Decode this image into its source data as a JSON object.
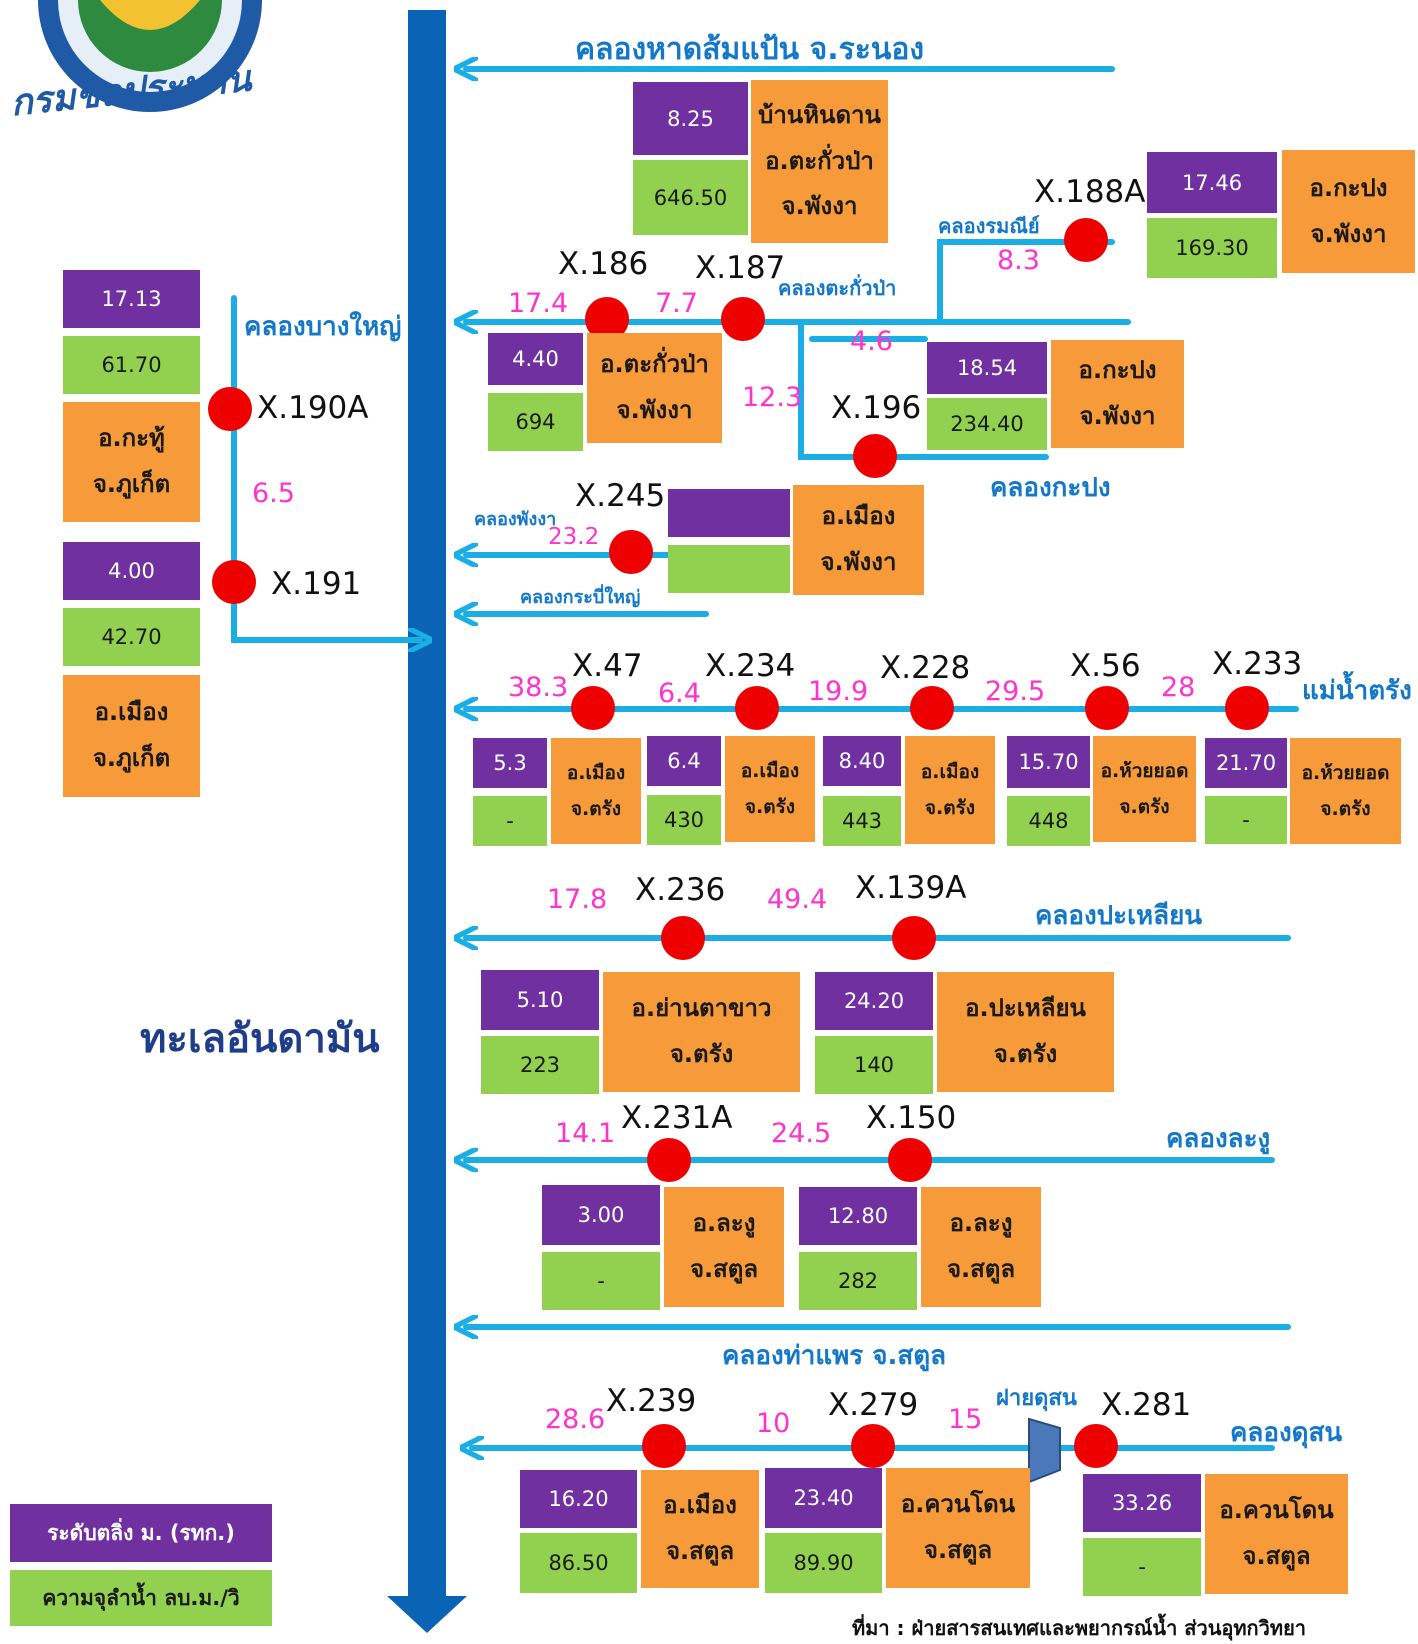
{
  "logo": {
    "text": "กรมชลประทาน"
  },
  "sea_label": "ทะเลอันดามัน",
  "rivers": {
    "hatsompaen": "คลองหาดส้มแป้น จ.ระนอง",
    "bangyai": "คลองบางใหญ่",
    "rommanee": "คลองรมณีย์",
    "takuapa": "คลองตะกั่วป่า",
    "kapong": "คลองกะปง",
    "phangnga": "คลองพังงา",
    "krabiyai": "คลองกระบี่ใหญ่",
    "trang": "แม่น้ำตรัง",
    "palian": "คลองปะเหลียน",
    "langu": "คลองละงู",
    "thaphae": "คลองท่าแพร จ.สตูล",
    "dusun": "คลองดุสน"
  },
  "weir_label": "ฝายดุสน",
  "stations": {
    "x188a": {
      "code": "X.188A",
      "level": "17.46",
      "flow": "169.30",
      "loc": "อ.กะปง\nจ.พังงา"
    },
    "x186": {
      "code": "X.186",
      "level": "4.40",
      "flow": "694",
      "loc": "อ.ตะกั่วป่า\nจ.พังงา"
    },
    "x187": {
      "code": "X.187",
      "level": "8.25",
      "flow": "646.50",
      "loc": "บ้านหินดาน\nอ.ตะกั่วป่า\nจ.พังงา"
    },
    "x196": {
      "code": "X.196",
      "level": "18.54",
      "flow": "234.40",
      "loc": "อ.กะปง\nจ.พังงา"
    },
    "x190a": {
      "code": "X.190A",
      "level": "17.13",
      "flow": "61.70",
      "loc": "อ.กะทู้\nจ.ภูเก็ต"
    },
    "x191": {
      "code": "X.191",
      "level": "4.00",
      "flow": "42.70",
      "loc": "อ.เมือง\nจ.ภูเก็ต"
    },
    "x245": {
      "code": "X.245",
      "level": "",
      "flow": "",
      "loc": "อ.เมือง\nจ.พังงา"
    },
    "x47": {
      "code": "X.47",
      "level": "5.3",
      "flow": "-",
      "loc": "อ.เมือง\nจ.ตรัง"
    },
    "x234": {
      "code": "X.234",
      "level": "6.4",
      "flow": "430",
      "loc": "อ.เมือง\nจ.ตรัง"
    },
    "x228": {
      "code": "X.228",
      "level": "8.40",
      "flow": "443",
      "loc": "อ.เมือง\nจ.ตรัง"
    },
    "x56": {
      "code": "X.56",
      "level": "15.70",
      "flow": "448",
      "loc": "อ.ห้วยยอด\nจ.ตรัง"
    },
    "x233": {
      "code": "X.233",
      "level": "21.70",
      "flow": "-",
      "loc": "อ.ห้วยยอด\nจ.ตรัง"
    },
    "x236": {
      "code": "X.236",
      "level": "5.10",
      "flow": "223",
      "loc": "อ.ย่านตาขาว\nจ.ตรัง"
    },
    "x139a": {
      "code": "X.139A",
      "level": "24.20",
      "flow": "140",
      "loc": "อ.ปะเหลียน\nจ.ตรัง"
    },
    "x231a": {
      "code": "X.231A",
      "level": "3.00",
      "flow": "-",
      "loc": "อ.ละงู\nจ.สตูล"
    },
    "x150": {
      "code": "X.150",
      "level": "12.80",
      "flow": "282",
      "loc": "อ.ละงู\nจ.สตูล"
    },
    "x239": {
      "code": "X.239",
      "level": "16.20",
      "flow": "86.50",
      "loc": "อ.เมือง\nจ.สตูล"
    },
    "x279": {
      "code": "X.279",
      "level": "23.40",
      "flow": "89.90",
      "loc": "อ.ควนโดน\nจ.สตูล"
    },
    "x281": {
      "code": "X.281",
      "level": "33.26",
      "flow": "-",
      "loc": "อ.ควนโดน\nจ.สตูล"
    }
  },
  "distances": {
    "rommanee": "8.3",
    "takuapa_a": "17.4",
    "takuapa_b": "7.7",
    "kapong_a": "4.6",
    "kapong_b": "12.3",
    "bangyai": "6.5",
    "phangnga": "23.2",
    "trang_1": "38.3",
    "trang_2": "6.4",
    "trang_3": "19.9",
    "trang_4": "29.5",
    "trang_5": "28",
    "palian_1": "17.8",
    "palian_2": "49.4",
    "langu_1": "14.1",
    "langu_2": "24.5",
    "dusun_1": "28.6",
    "dusun_2": "10",
    "dusun_3": "15"
  },
  "legend": {
    "level": "ระดับตลิ่ง ม. (รทก.)",
    "flow": "ความจุลำน้ำ ลบ.ม./วิ"
  },
  "source": "ที่มา : ฝ่ายสารสนเทศและพยากรณ์น้ำ ส่วนอุทกวิทยา",
  "colors": {
    "river": "#1aaee5",
    "main_channel": "#0a63b4",
    "station": "#ee0000",
    "level_box": "#7030a0",
    "flow_box": "#92d050",
    "location_box": "#f79a3a",
    "distance_text": "#ff33cc",
    "river_text": "#1478c8"
  }
}
